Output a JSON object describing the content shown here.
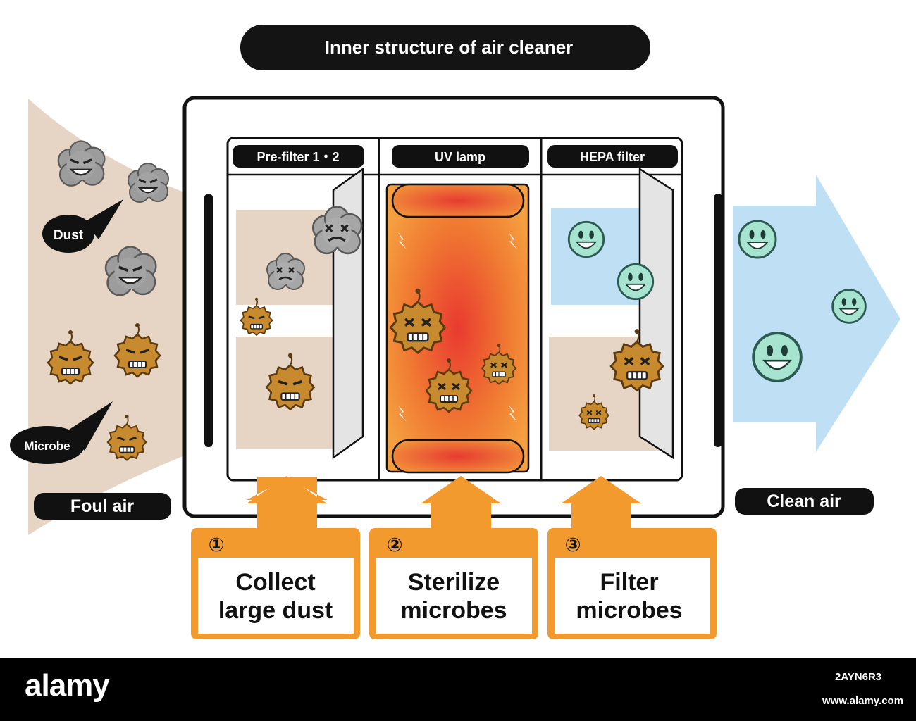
{
  "title": "Inner structure of air cleaner",
  "sections": {
    "prefilter": "Pre-filter 1・2",
    "uv": "UV lamp",
    "hepa": "HEPA filter"
  },
  "speech": {
    "dust": "Dust",
    "microbe": "Microbe"
  },
  "labels": {
    "foul_air": "Foul air",
    "clean_air": "Clean air"
  },
  "steps": [
    {
      "number": "①",
      "line1": "Collect",
      "line2": "large dust"
    },
    {
      "number": "②",
      "line1": "Sterilize",
      "line2": "microbes"
    },
    {
      "number": "③",
      "line1": "Filter",
      "line2": "microbes"
    }
  ],
  "watermark": {
    "logo": "alamy",
    "image_id": "2AYN6R3",
    "url": "www.alamy.com"
  },
  "colors": {
    "foul_air": "#e6d5c4",
    "clean_air": "#bfe0f4",
    "uv_orange": "#f08a30",
    "uv_red": "#e93a30",
    "step_orange": "#f39a2e",
    "dust_gray": "#9c9c9c",
    "microbe_brown": "#c88a2e",
    "happy_green": "#a7e4d0"
  },
  "icons": [
    "dust-icon",
    "microbe-icon",
    "smiley-icon",
    "lightning-icon"
  ]
}
